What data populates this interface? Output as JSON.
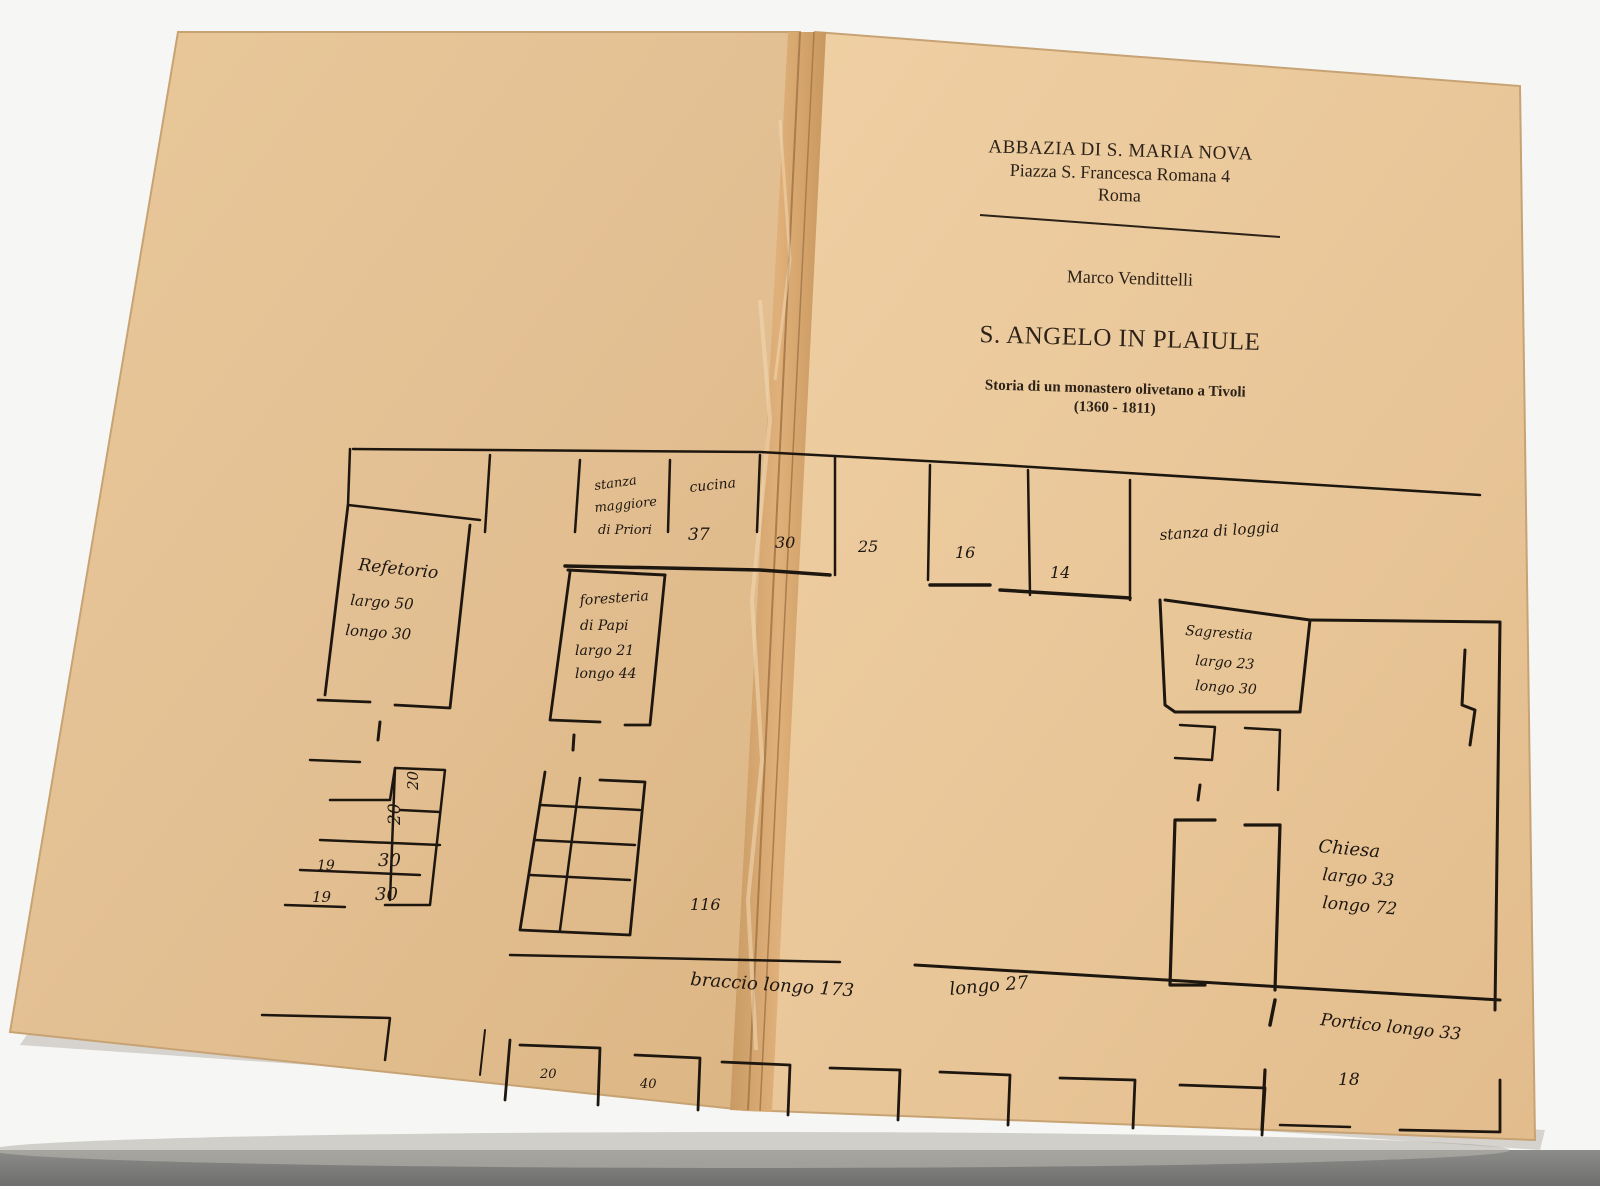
{
  "book": {
    "publisher": {
      "line1": "ABBAZIA DI S. MARIA NOVA",
      "line2": "Piazza S. Francesca Romana 4",
      "line3": "Roma"
    },
    "author": "Marco Vendittelli",
    "title": "S. ANGELO IN PLAIULE",
    "subtitle_line1": "Storia di un monastero olivetano a Tivoli",
    "subtitle_line2": "(1360 - 1811)"
  },
  "plan_labels": {
    "refettorio": "Refetorio",
    "refettorio_1": "largo 50",
    "refettorio_2": "longo 30",
    "foresteria": "foresteria",
    "foresteria_1": "di Papi",
    "foresteria_2": "largo 21",
    "foresteria_3": "longo 44",
    "stanza_1": "stanza",
    "stanza_2": "maggiore",
    "stanza_3": "di Priori",
    "val_37": "37",
    "cucina": "cucina",
    "val_30": "30",
    "val_25": "25",
    "val_16": "16",
    "val_14": "14",
    "stanza_loggia": "stanza di loggia",
    "sagrestia": "Sagrestia",
    "sagrestia_1": "largo 23",
    "sagrestia_2": "longo 30",
    "chiesa": "Chiesa",
    "chiesa_1": "largo 33",
    "chiesa_2": "longo 72",
    "braccio_173": "braccio longo 173",
    "longo_27": "longo 27",
    "portico": "Portico longo 33",
    "val_18": "18",
    "val_20a": "20",
    "val_20b": "20",
    "val_30b": "30",
    "val_30c": "30",
    "val_19a": "19",
    "val_19b": "19",
    "val_116": "116",
    "cell_20": "20",
    "cell_40": "40"
  }
}
